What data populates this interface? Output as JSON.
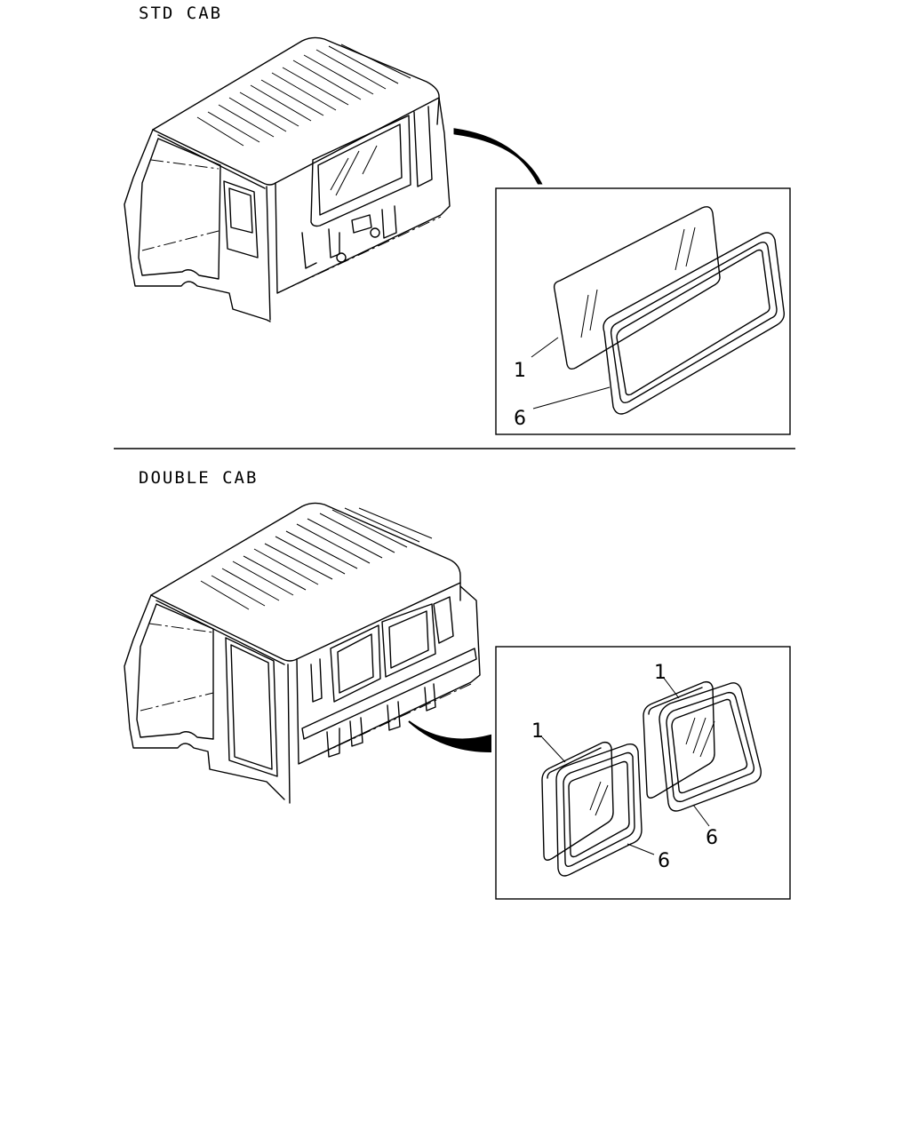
{
  "sections": [
    {
      "title": "STD CAB",
      "callouts": [
        {
          "label": "1",
          "part": "glass"
        },
        {
          "label": "6",
          "part": "weatherstrip"
        }
      ]
    },
    {
      "title": "DOUBLE CAB",
      "callouts": [
        {
          "label": "1",
          "part": "glass-left"
        },
        {
          "label": "6",
          "part": "weatherstrip-left"
        },
        {
          "label": "1",
          "part": "glass-right"
        },
        {
          "label": "6",
          "part": "weatherstrip-right"
        }
      ]
    }
  ]
}
